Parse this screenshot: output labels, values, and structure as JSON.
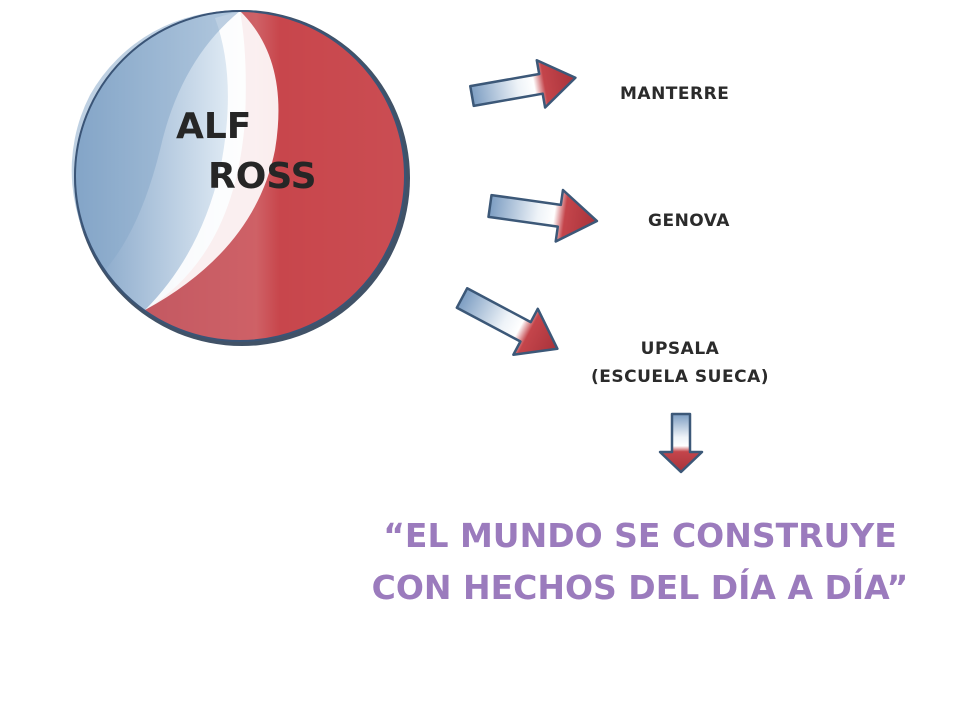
{
  "circle": {
    "line1": "ALF",
    "line2": "ROSS"
  },
  "branches": [
    {
      "label": "MANTERRE"
    },
    {
      "label": "GENOVA"
    },
    {
      "label": "UPSALA",
      "sublabel": "(ESCUELA SUECA)"
    }
  ],
  "quote": {
    "line1": "“EL MUNDO SE CONSTRUYE",
    "line2": "CON HECHOS DEL DÍA A DÍA”"
  },
  "colors": {
    "circle_blue": "#7fa3c6",
    "circle_red": "#c84a4f",
    "arrow_outline": "#3c5878",
    "quote_text": "#9b7bbd"
  }
}
